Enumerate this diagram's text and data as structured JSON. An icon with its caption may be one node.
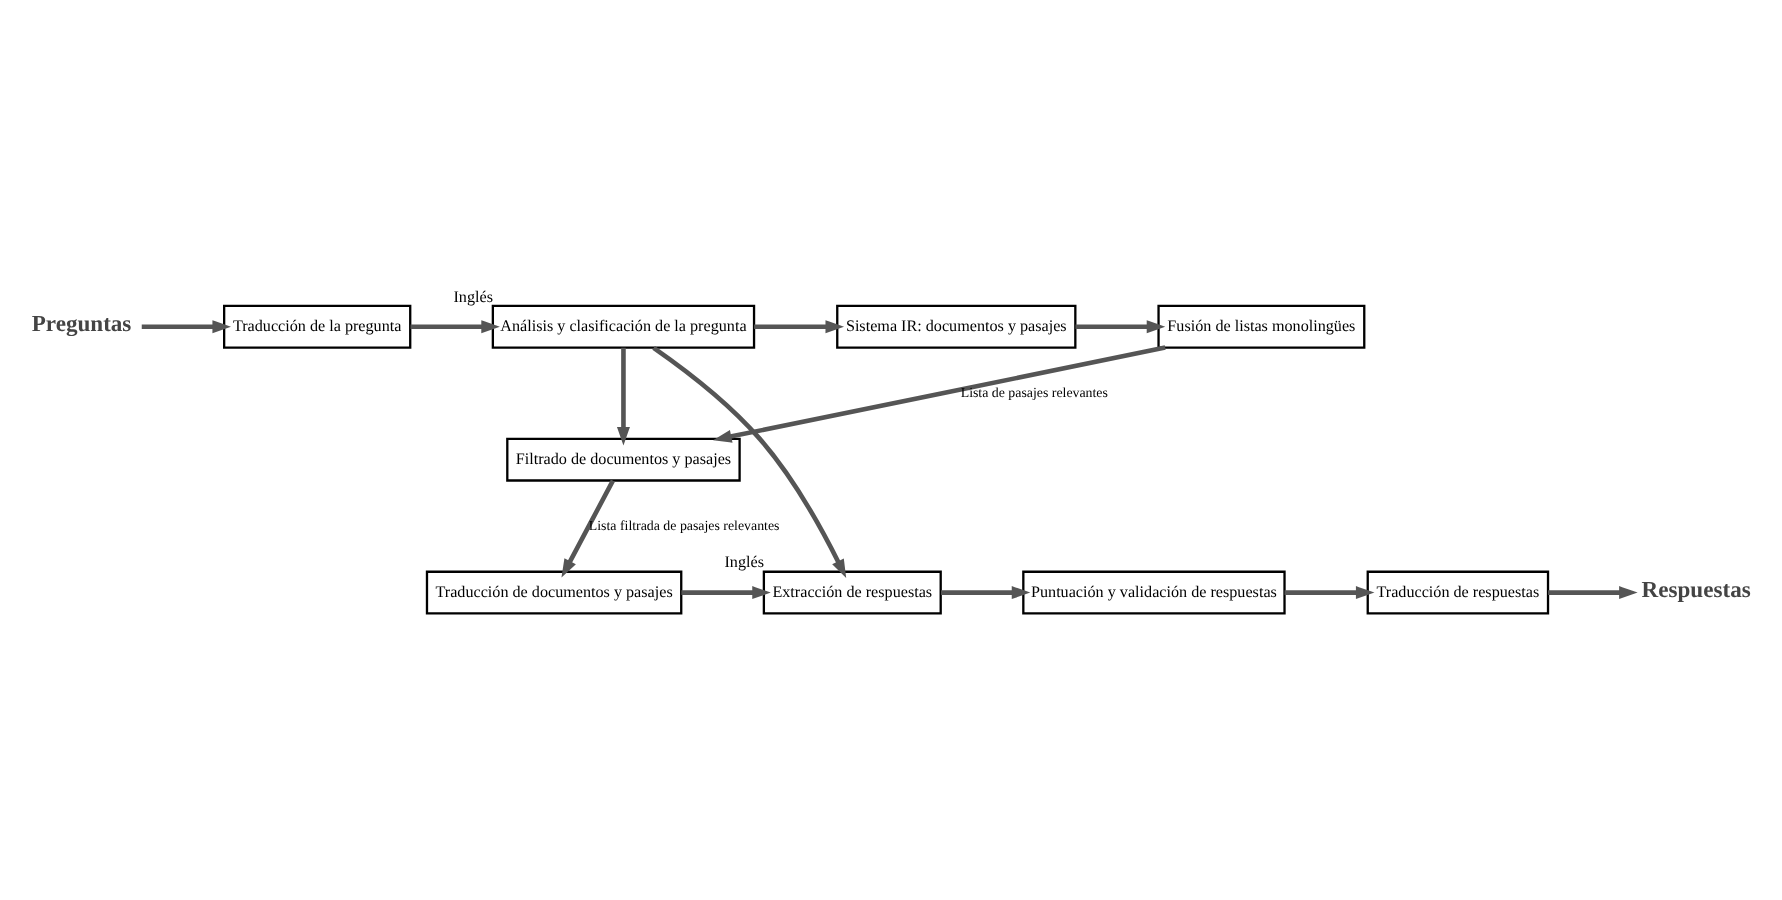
{
  "diagram": {
    "nodes": [
      {
        "text": [
          "Preguntas"
        ]
      },
      {
        "text": [
          "Traducción de la pregunta"
        ]
      },
      {
        "text": [
          "Análisis y clasificación de la pregunta"
        ],
        "beside": [
          "Inglés"
        ]
      },
      {
        "text": [
          "Sistema IR: documentos y pasajes"
        ]
      },
      {
        "text": [
          "Fusión de listas monolingües"
        ]
      },
      {
        "text": [
          "Filtrado de documentos y pasajes"
        ]
      },
      {
        "text": [
          "Traducción de documentos y pasajes"
        ]
      },
      {
        "text": [
          "Extracción de respuestas"
        ],
        "beside": [
          "Inglés"
        ]
      },
      {
        "text": [
          "Puntuación y validación de respuestas"
        ]
      },
      {
        "text": [
          "Traducción de respuestas"
        ]
      },
      {
        "text": [
          "Respuestas"
        ]
      }
    ],
    "edges": [
      {
        "from": 0,
        "to": 1,
        "arrow": "to"
      },
      {
        "from": 1,
        "to": 2,
        "arrow": "to"
      },
      {
        "from": 2,
        "to": 3,
        "arrow": "to"
      },
      {
        "from": 3,
        "to": 4,
        "arrow": "to"
      },
      {
        "from": 4,
        "to": 5,
        "arrow": "to",
        "label": "Lista de pasajes relevantes"
      },
      {
        "from": 2,
        "to": 5,
        "arrow": "to"
      },
      {
        "from": 2,
        "to": 7,
        "arrow": "to"
      },
      {
        "from": 5,
        "to": 6,
        "arrow": "to",
        "label": "Lista filtrada de pasajes relevantes"
      },
      {
        "from": 6,
        "to": 7,
        "arrow": "to"
      },
      {
        "from": 7,
        "to": 8,
        "arrow": "to"
      },
      {
        "from": 8,
        "to": 9,
        "arrow": "to"
      },
      {
        "from": 9,
        "to": 10,
        "arrow": "to"
      }
    ]
  }
}
